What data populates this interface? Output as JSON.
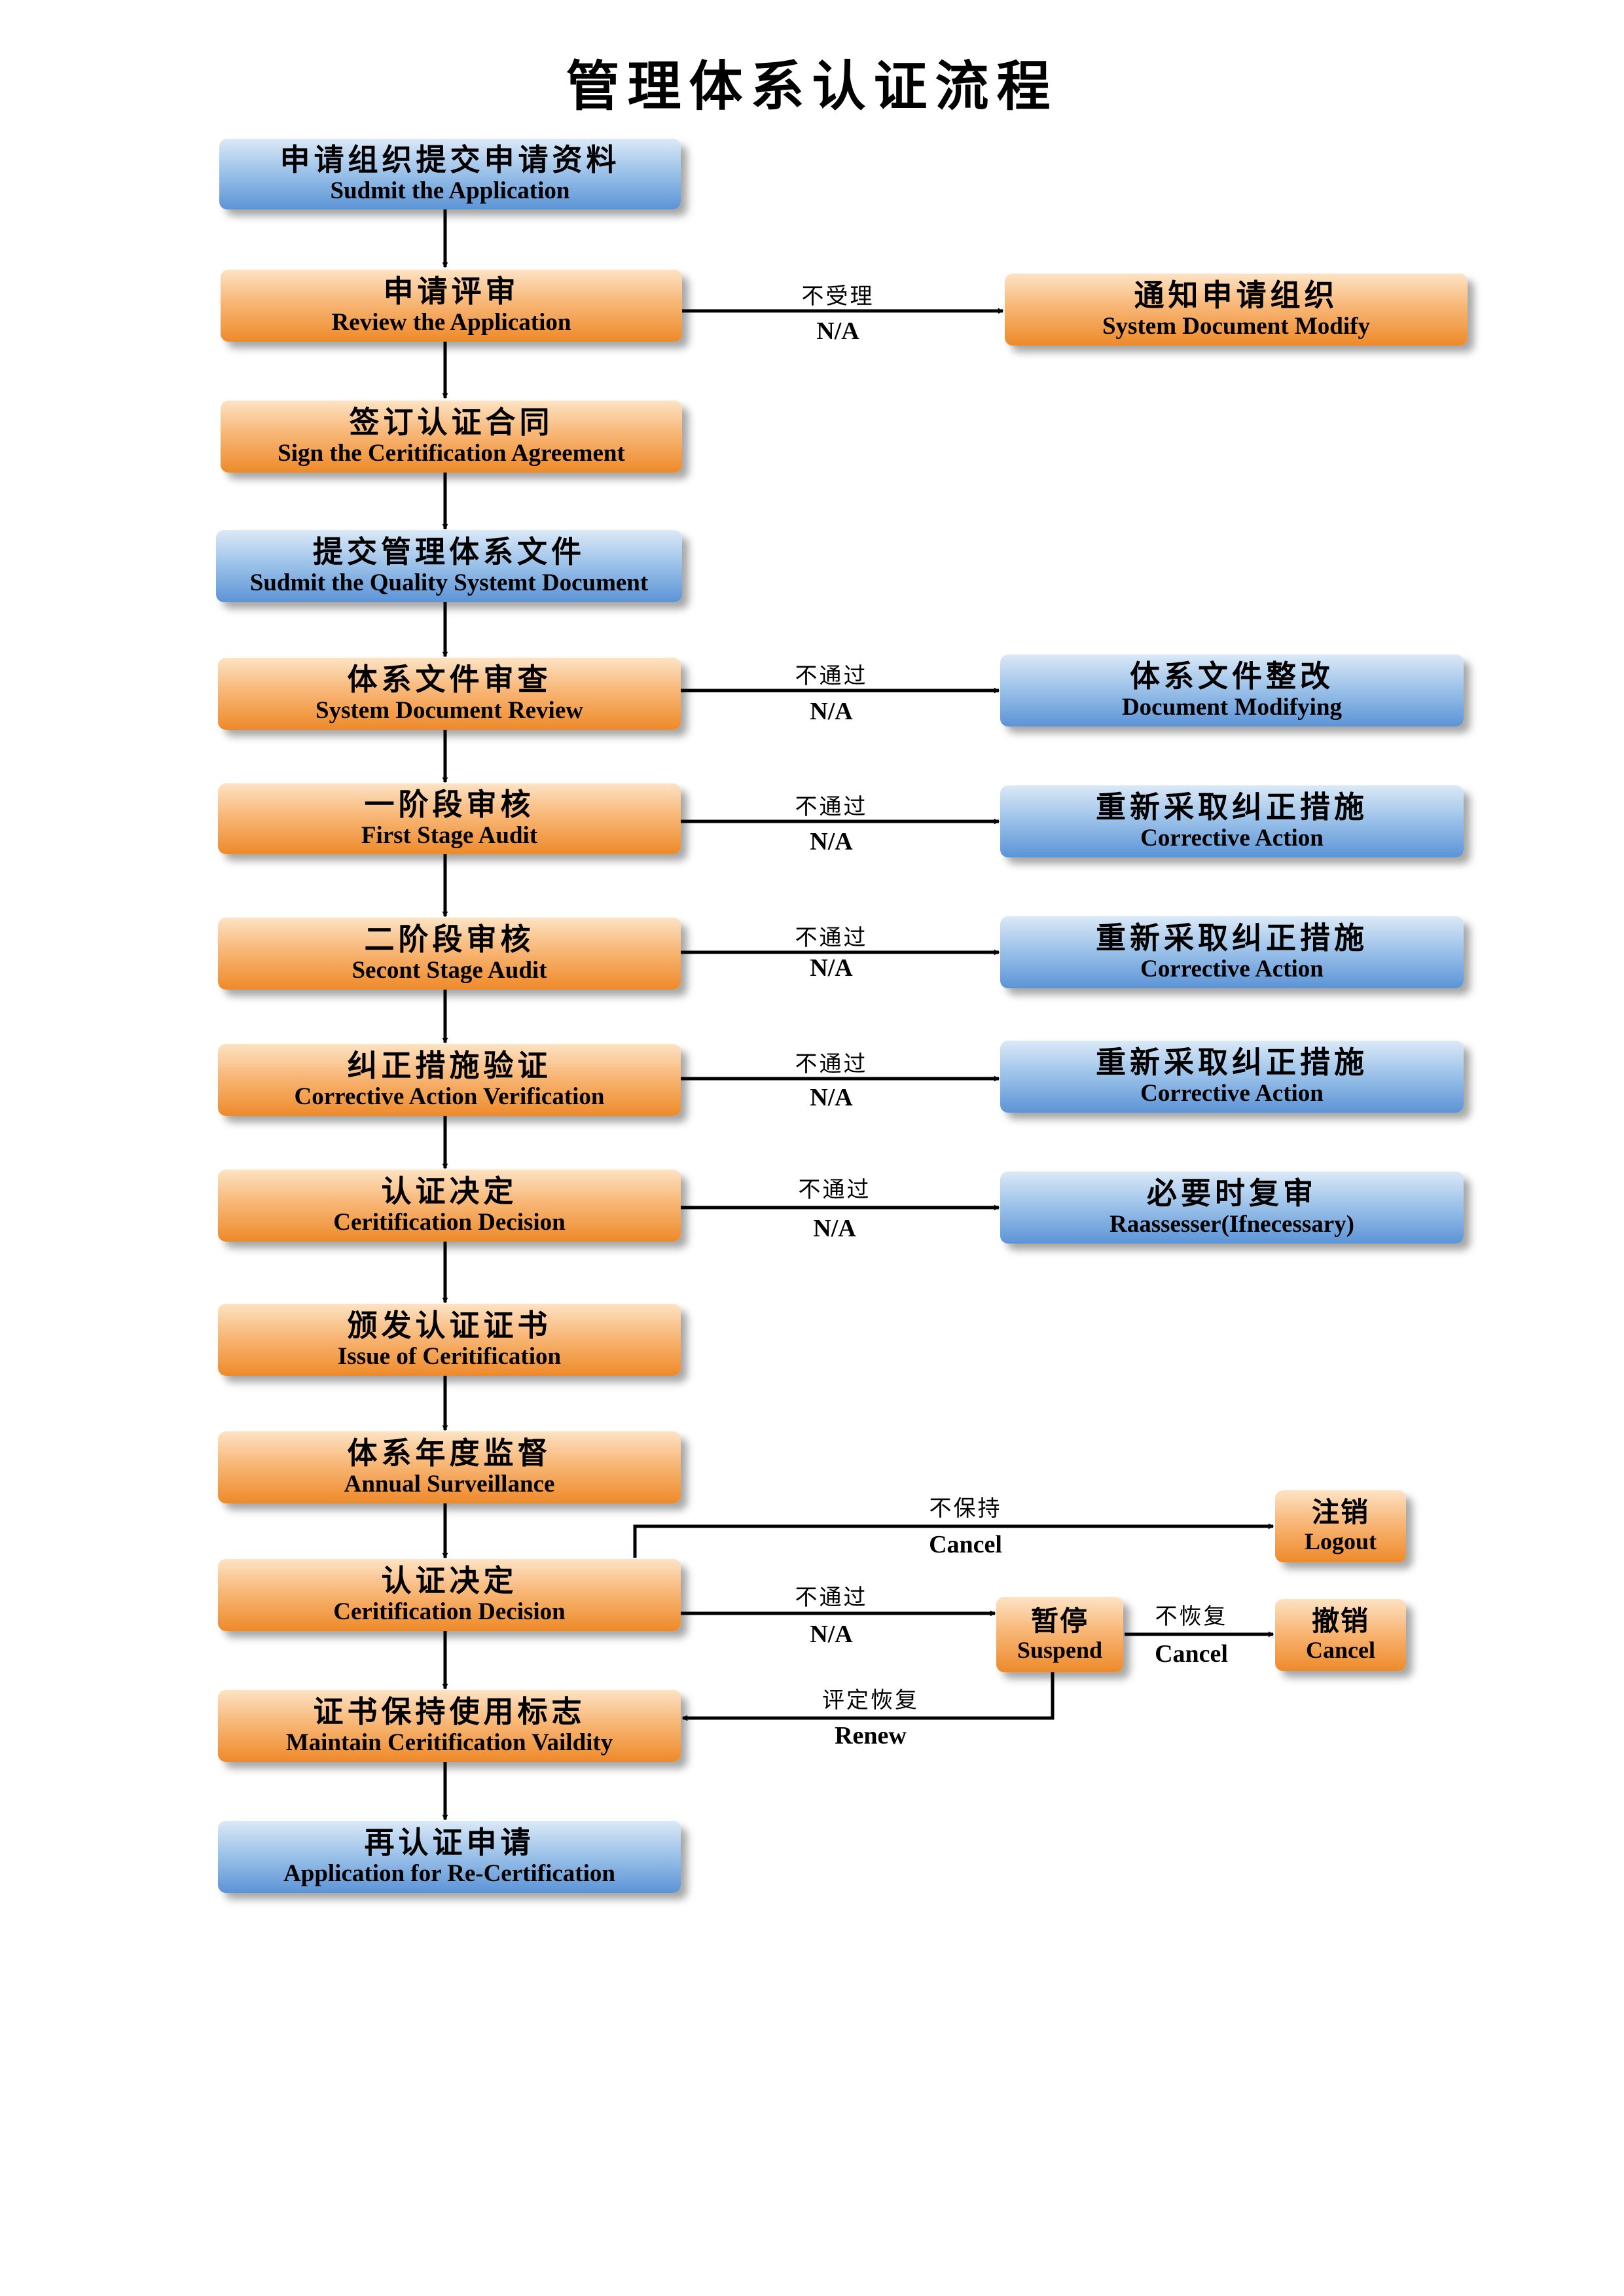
{
  "title": "管理体系认证流程",
  "steps": [
    {
      "cn": "申请组织提交申请资料",
      "en": "Sudmit the Application"
    },
    {
      "cn": "申请评审",
      "en": "Review the Application"
    },
    {
      "cn": "签订认证合同",
      "en": "Sign the Ceritification Agreement"
    },
    {
      "cn": "提交管理体系文件",
      "en": "Sudmit the Quality Systemt Document"
    },
    {
      "cn": "体系文件审查",
      "en": "System Document Review"
    },
    {
      "cn": "一阶段审核",
      "en": "First Stage Audit"
    },
    {
      "cn": "二阶段审核",
      "en": "Secont Stage Audit"
    },
    {
      "cn": "纠正措施验证",
      "en": "Corrective Action Verification"
    },
    {
      "cn": "认证决定",
      "en": "Ceritification Decision"
    },
    {
      "cn": "颁发认证证书",
      "en": "Issue of Ceritification"
    },
    {
      "cn": "体系年度监督",
      "en": "Annual Surveillance"
    },
    {
      "cn": "认证决定",
      "en": "Ceritification Decision"
    },
    {
      "cn": "证书保持使用标志",
      "en": "Maintain Ceritification Vaildity"
    },
    {
      "cn": "再认证申请",
      "en": "Application for Re-Certification"
    }
  ],
  "side_nodes": [
    {
      "cn": "通知申请组织",
      "en": "System Document Modify"
    },
    {
      "cn": "体系文件整改",
      "en": "Document Modifying"
    },
    {
      "cn": "重新采取纠正措施",
      "en": "Corrective Action"
    },
    {
      "cn": "重新采取纠正措施",
      "en": "Corrective Action"
    },
    {
      "cn": "重新采取纠正措施",
      "en": "Corrective Action"
    },
    {
      "cn": "必要时复审",
      "en": "Raassesser(Ifnecessary)"
    },
    {
      "cn": "注销",
      "en": "Logout"
    },
    {
      "cn": "暂停",
      "en": "Suspend"
    },
    {
      "cn": "撤销",
      "en": "Cancel"
    }
  ],
  "edge_labels": [
    {
      "cn": "不受理",
      "en": "N/A"
    },
    {
      "cn": "不通过",
      "en": "N/A"
    },
    {
      "cn": "不通过",
      "en": "N/A"
    },
    {
      "cn": "不通过",
      "en": "N/A"
    },
    {
      "cn": "不通过",
      "en": "N/A"
    },
    {
      "cn": "不通过",
      "en": "N/A"
    },
    {
      "cn": "不保持",
      "en": "Cancel"
    },
    {
      "cn": "不通过",
      "en": "N/A"
    },
    {
      "cn": "不恢复",
      "en": "Cancel"
    },
    {
      "cn": "评定恢复",
      "en": "Renew"
    }
  ]
}
